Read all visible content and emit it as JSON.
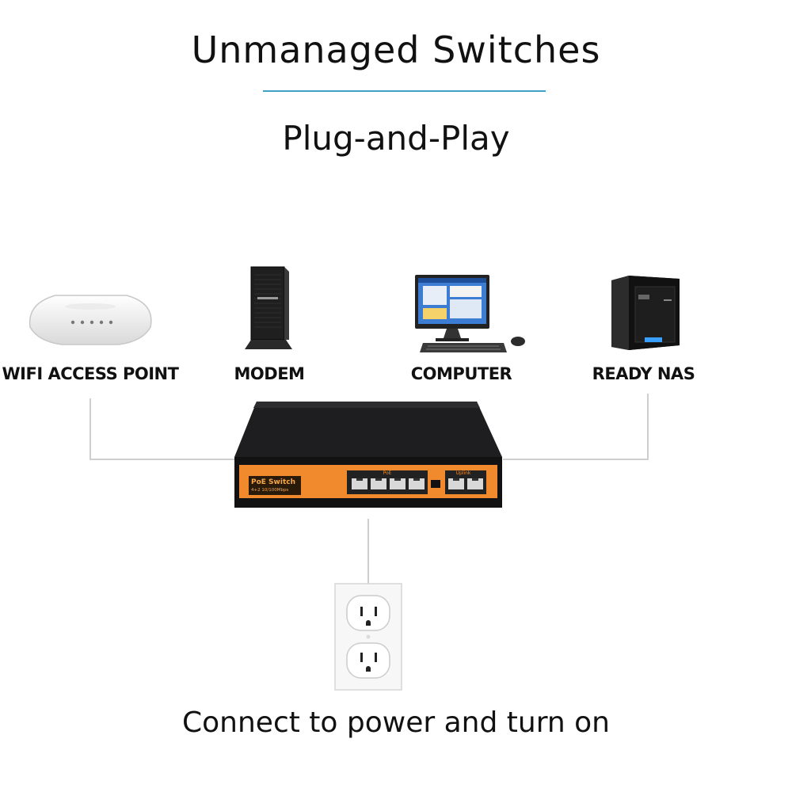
{
  "header": {
    "title": "Unmanaged Switches",
    "subtitle": "Plug-and-Play"
  },
  "devices": [
    {
      "label": "WIFI ACCESS POINT",
      "icon": "wifi-access-point-icon"
    },
    {
      "label": "MODEM",
      "icon": "modem-icon"
    },
    {
      "label": "COMPUTER",
      "icon": "computer-icon"
    },
    {
      "label": "READY NAS",
      "icon": "nas-icon"
    }
  ],
  "switch": {
    "badge_title": "PoE Switch",
    "badge_sub": "4+2 10/100Mbps",
    "poe_group_label": "PoE",
    "uplink_group_label": "Uplink",
    "colors": {
      "body": "#1d1d1f",
      "front_panel": "#f08a2c"
    }
  },
  "footer": {
    "caption": "Connect to power and turn on"
  },
  "colors": {
    "accent_rule": "#3fa1c7",
    "connector_lines": "#cfcfcf"
  }
}
